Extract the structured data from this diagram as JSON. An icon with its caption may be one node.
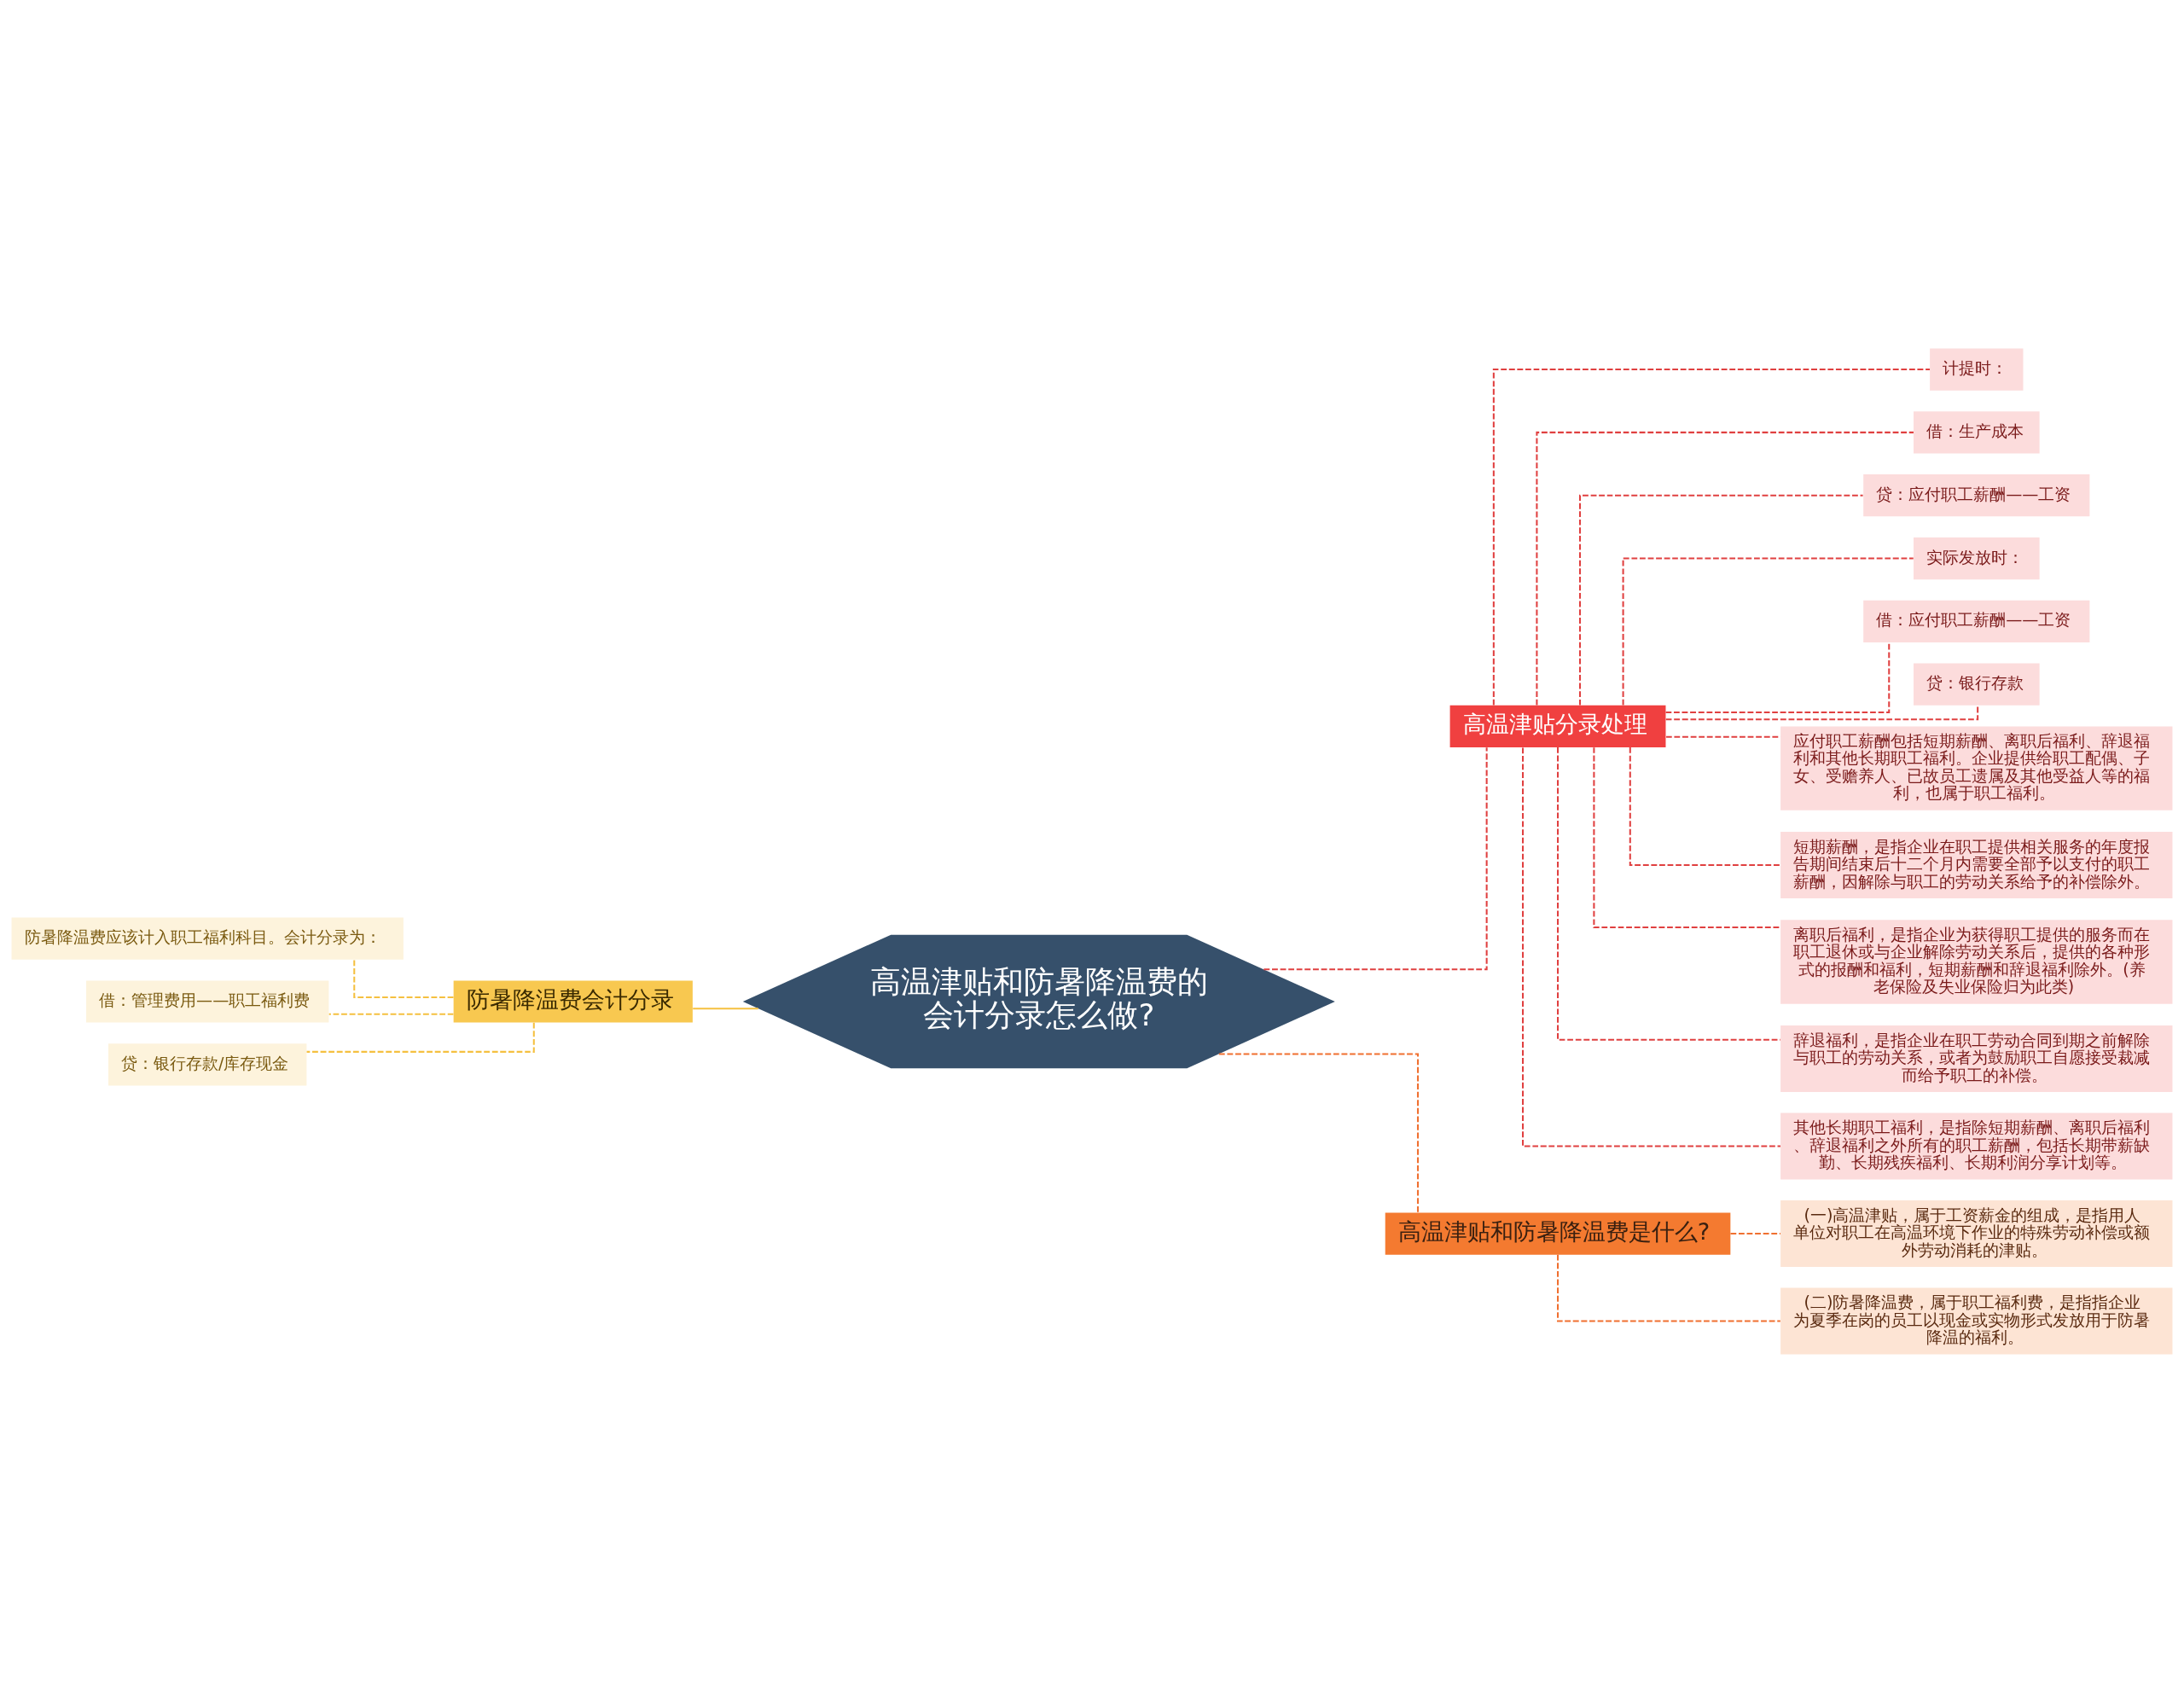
{
  "diagram": {
    "nodes": [
      {
        "text": [
          "高温津贴和防暑降温费的会计分录怎么做?"
        ]
      },
      {
        "text": [
          "高温津贴分录处理"
        ]
      },
      {
        "text": [
          "计提时："
        ]
      },
      {
        "text": [
          "借：生产成本"
        ]
      },
      {
        "text": [
          "贷：应付职工薪酬——工资"
        ]
      },
      {
        "text": [
          "实际发放时："
        ]
      },
      {
        "text": [
          "借：应付职工薪酬——工资"
        ]
      },
      {
        "text": [
          "贷：银行存款"
        ]
      },
      {
        "text": [
          "应付职工薪酬包括短期薪酬、离职后福利、辞退福利和其他长期职工福利。企业提供给职工配偶、子女、受赡养人、已故员工遗属及其他受益人等的福利，也属于职工福利。"
        ]
      },
      {
        "text": [
          "短期薪酬，是指企业在职工提供相关服务的年度报告期间结束后十二个月内需要全部予以支付的职工薪酬，因解除与职工的劳动关系给予的补偿除外。"
        ]
      },
      {
        "text": [
          "离职后福利，是指企业为获得职工提供的服务而在职工退休或与企业解除劳动关系后，提供的各种形式的报酬和福利，短期薪酬和辞退福利除外。(养老保险及失业保险归为此类)"
        ]
      },
      {
        "text": [
          "辞退福利，是指企业在职工劳动合同到期之前解除与职工的劳动关系，或者为鼓励职工自愿接受裁减而给予职工的补偿。"
        ]
      },
      {
        "text": [
          "其他长期职工福利，是指除短期薪酬、离职后福利、辞退福利之外所有的职工薪酬，包括长期带薪缺勤、长期残疾福利、长期利润分享计划等。"
        ]
      },
      {
        "text": [
          "高温津贴和防暑降温费是什么?"
        ]
      },
      {
        "text": [
          "(一)高温津贴，属于工资薪金的组成，是指用人单位对职工在高温环境下作业的特殊劳动补偿或额外劳动消耗的津贴。"
        ]
      },
      {
        "text": [
          "(二)防暑降温费，属于职工福利费，是指指企业为夏季在岗的员工以现金或实物形式发放用于防暑降温的福利。"
        ]
      },
      {
        "text": [
          "防暑降温费会计分录"
        ]
      },
      {
        "text": [
          "防暑降温费应该计入职工福利科目。会计分录为："
        ]
      },
      {
        "text": [
          "借：管理费用——职工福利费"
        ]
      },
      {
        "text": [
          "贷：银行存款/库存现金"
        ]
      }
    ],
    "edges": [
      {
        "from": 0,
        "to": 1,
        "arrow": "none",
        "style": "dashed"
      },
      {
        "from": 1,
        "to": 2,
        "arrow": "none",
        "style": "dashed"
      },
      {
        "from": 1,
        "to": 3,
        "arrow": "none",
        "style": "dashed"
      },
      {
        "from": 1,
        "to": 4,
        "arrow": "none",
        "style": "dashed"
      },
      {
        "from": 1,
        "to": 5,
        "arrow": "none",
        "style": "dashed"
      },
      {
        "from": 1,
        "to": 6,
        "arrow": "none",
        "style": "dashed"
      },
      {
        "from": 1,
        "to": 7,
        "arrow": "none",
        "style": "dashed"
      },
      {
        "from": 1,
        "to": 8,
        "arrow": "none",
        "style": "dashed"
      },
      {
        "from": 1,
        "to": 9,
        "arrow": "none",
        "style": "dashed"
      },
      {
        "from": 1,
        "to": 10,
        "arrow": "none",
        "style": "dashed"
      },
      {
        "from": 1,
        "to": 11,
        "arrow": "none",
        "style": "dashed"
      },
      {
        "from": 1,
        "to": 12,
        "arrow": "none",
        "style": "dashed"
      },
      {
        "from": 0,
        "to": 13,
        "arrow": "none",
        "style": "dashed",
        "color": "#f07030"
      },
      {
        "from": 13,
        "to": 14,
        "arrow": "none",
        "style": "dashed",
        "color": "#f07030"
      },
      {
        "from": 13,
        "to": 15,
        "arrow": "none",
        "style": "dashed",
        "color": "#f07030"
      },
      {
        "from": 0,
        "to": 16,
        "arrow": "none",
        "color": "#f5c040"
      },
      {
        "from": 16,
        "to": 17,
        "arrow": "none",
        "style": "dashed",
        "color": "#f5c040"
      },
      {
        "from": 16,
        "to": 18,
        "arrow": "none",
        "style": "dashed",
        "color": "#f5c040"
      },
      {
        "from": 16,
        "to": 19,
        "arrow": "none",
        "style": "dashed",
        "color": "#f5c040"
      }
    ]
  }
}
